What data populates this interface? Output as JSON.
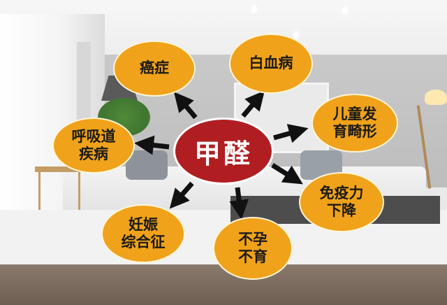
{
  "diagram": {
    "center": {
      "label": "甲醛",
      "color": "#b01e22"
    },
    "node_color": "#f0a21a",
    "arrow_color": "#111111",
    "nodes": [
      {
        "id": "cancer",
        "lines": [
          "癌症"
        ]
      },
      {
        "id": "leukemia",
        "lines": [
          "白血病"
        ]
      },
      {
        "id": "child-malformation",
        "lines": [
          "儿童发",
          "育畸形"
        ]
      },
      {
        "id": "immunity-decline",
        "lines": [
          "免疫力",
          "下降"
        ]
      },
      {
        "id": "infertility",
        "lines": [
          "不孕",
          "不育"
        ]
      },
      {
        "id": "pregnancy-syndrome",
        "lines": [
          "妊娠",
          "综合征"
        ]
      },
      {
        "id": "respiratory-disease",
        "lines": [
          "呼吸道",
          "疾病"
        ]
      }
    ]
  }
}
